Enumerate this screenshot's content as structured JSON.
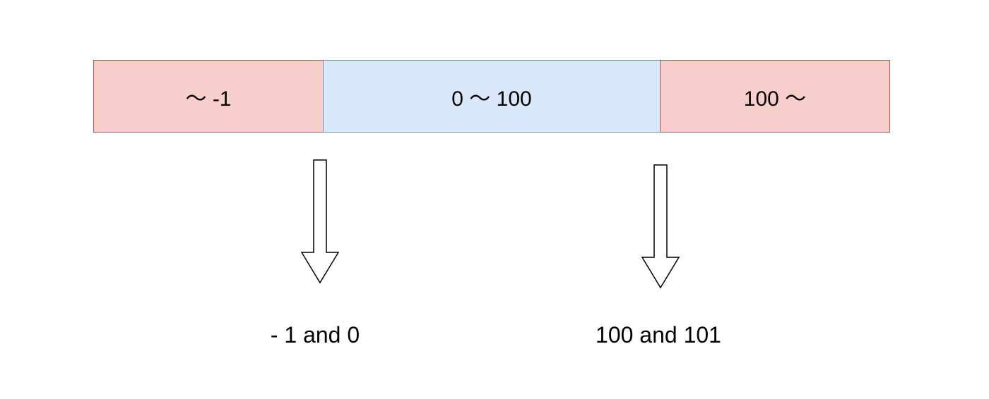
{
  "segments": [
    {
      "label": "～ -1",
      "fill": "#f8cecc",
      "stroke": "#b85450"
    },
    {
      "label": "0 ～ 100",
      "fill": "#dae8fc",
      "stroke": "#6c8ebf"
    },
    {
      "label": "100 ～",
      "fill": "#f8cecc",
      "stroke": "#b85450"
    }
  ],
  "boundaries": [
    {
      "label": "- 1 and 0"
    },
    {
      "label": "100 and 101"
    }
  ],
  "colors": {
    "arrow_stroke": "#000000",
    "arrow_fill": "#ffffff",
    "text": "#000000"
  }
}
